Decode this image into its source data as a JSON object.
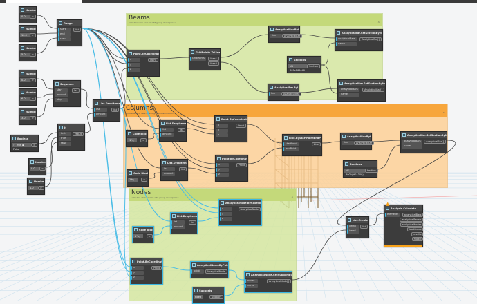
{
  "window": {
    "tab_label": ""
  },
  "groups": {
    "beams": {
      "title": "Beams",
      "description": "<Double click here to edit group description>"
    },
    "columns": {
      "title": "Columns",
      "description": "<Double click here to edit group description>"
    },
    "nodes": {
      "title": "Nodes",
      "description": "<Double click here to edit group description>"
    }
  },
  "nodes": [
    {
      "title": "Number",
      "value": "0.0",
      "outputs": [
        ">"
      ]
    },
    {
      "title": "Number",
      "value": "10.0",
      "outputs": [
        ">"
      ]
    },
    {
      "title": "Number",
      "value": "5.0",
      "outputs": [
        ">"
      ]
    },
    {
      "title": "Range",
      "inputs": [
        "start",
        "end",
        "step"
      ],
      "outputs": [
        "list"
      ]
    },
    {
      "title": "Number",
      "value": "0.0",
      "outputs": [
        ">"
      ]
    },
    {
      "title": "Number",
      "value": "6.0",
      "outputs": [
        ">"
      ]
    },
    {
      "title": "Number",
      "value": "3.0",
      "outputs": [
        ">"
      ]
    },
    {
      "title": "Sequence",
      "inputs": [
        "start",
        "amount",
        "step"
      ],
      "outputs": [
        "list"
      ]
    },
    {
      "title": "List.DropItems",
      "inputs": [
        "list",
        "amount"
      ],
      "outputs": [
        "list"
      ]
    },
    {
      "title": "Boolean",
      "value": "○ True ◉ False",
      "outputs": [
        ">"
      ]
    },
    {
      "title": "If",
      "inputs": [
        "test",
        "true",
        "false"
      ],
      "outputs": [
        "result"
      ]
    },
    {
      "title": "Number",
      "value": "0.0",
      "outputs": [
        ">"
      ]
    },
    {
      "title": "Number",
      "value": "1.0",
      "outputs": [
        ">"
      ]
    },
    {
      "title": "Point.ByCoordinates",
      "inputs": [
        "x",
        "y",
        "z"
      ],
      "outputs": [
        "Point"
      ]
    },
    {
      "title": "GridPoints.ToLines",
      "inputs": [
        "GridPoints"
      ],
      "outputs": [
        "lines1",
        "lines2"
      ]
    },
    {
      "title": "AnalyticalBar.ByLine",
      "inputs": [
        "line"
      ],
      "outputs": [
        "AnalyticalBar"
      ]
    },
    {
      "title": "AnalyticalBar.SetSectionByName",
      "inputs": [
        "analyticalBars",
        "name"
      ],
      "outputs": [
        "AnalyticalBar[]"
      ]
    },
    {
      "title": "Sections",
      "value": "UB 305x165x40",
      "outputs": [
        "Section"
      ]
    },
    {
      "title": "AnalyticalBar.ByLine",
      "inputs": [
        "line"
      ],
      "outputs": [
        "AnalyticalBar"
      ]
    },
    {
      "title": "AnalyticalBar.SetSectionByName",
      "inputs": [
        "analyticalBars",
        "name"
      ],
      "outputs": [
        "AnalyticalBar[]"
      ]
    },
    {
      "title": "List.DropItems",
      "inputs": [
        "list",
        "amount"
      ],
      "outputs": [
        "list"
      ]
    },
    {
      "title": "Code Block",
      "value": "-1*x;",
      "outputs": [
        ">"
      ]
    },
    {
      "title": "Point.ByCoordinates",
      "inputs": [
        "x",
        "y",
        "z"
      ],
      "outputs": [
        "Point"
      ]
    },
    {
      "title": "List.DropItems",
      "inputs": [
        "list",
        "amount"
      ],
      "outputs": [
        "list"
      ]
    },
    {
      "title": "Code Block",
      "value": "1*x;",
      "outputs": [
        ">"
      ]
    },
    {
      "title": "Point.ByCoordinates",
      "inputs": [
        "x",
        "y",
        "z"
      ],
      "outputs": [
        "Point"
      ]
    },
    {
      "title": "Line.ByStartPointEndPoint",
      "inputs": [
        "startPoint",
        "endPoint"
      ],
      "outputs": [
        "Line"
      ]
    },
    {
      "title": "AnalyticalBar.ByLine",
      "inputs": [
        "line"
      ],
      "outputs": [
        "AnalyticalBar"
      ]
    },
    {
      "title": "AnalyticalBar.SetSectionByName",
      "inputs": [
        "analyticalBars",
        "name"
      ],
      "outputs": [
        "AnalyticalBar[]"
      ]
    },
    {
      "title": "Sections",
      "value": "HE 300A(HEA300)",
      "outputs": [
        "Section"
      ]
    },
    {
      "title": "AnalyticalNode.ByCoordinates",
      "inputs": [
        "x",
        "y",
        "z"
      ],
      "outputs": [
        "AnalyticalNode"
      ]
    },
    {
      "title": "List.DropItems",
      "inputs": [
        "list",
        "amount"
      ],
      "outputs": [
        "list"
      ]
    },
    {
      "title": "Code Block",
      "value": "1*x;",
      "outputs": [
        ">"
      ]
    },
    {
      "title": "Point.ByCoordinates",
      "inputs": [
        "x",
        "y",
        "z"
      ],
      "outputs": [
        "Point"
      ]
    },
    {
      "title": "AnalyticalNode.ByPoint",
      "inputs": [
        "point"
      ],
      "outputs": [
        "AnalyticalNode"
      ]
    },
    {
      "title": "AnalyticalNode.SetSupportByName",
      "inputs": [
        "nodes",
        "name"
      ],
      "outputs": [
        "AnalyticalNode[]"
      ]
    },
    {
      "title": "Supports",
      "value": "Fixed",
      "outputs": [
        "Support"
      ]
    },
    {
      "title": "List.Create",
      "inputs": [
        "item0",
        "item1"
      ],
      "outputs": [
        "list"
      ]
    },
    {
      "title": "Analysis.Calculate",
      "inputs": [
        "elements"
      ],
      "outputs": [
        "analyticalBars",
        "analyticalPanels",
        "analyticalNodes",
        "loadCases",
        "results",
        "model"
      ]
    }
  ],
  "colors": {
    "wire": "#444444",
    "selected_wire": "#4bbde6",
    "beams_group": "#c4d97a",
    "columns_group": "#f7a63c",
    "nodes_group": "#c4d97a",
    "warning": "#f7a11a"
  }
}
